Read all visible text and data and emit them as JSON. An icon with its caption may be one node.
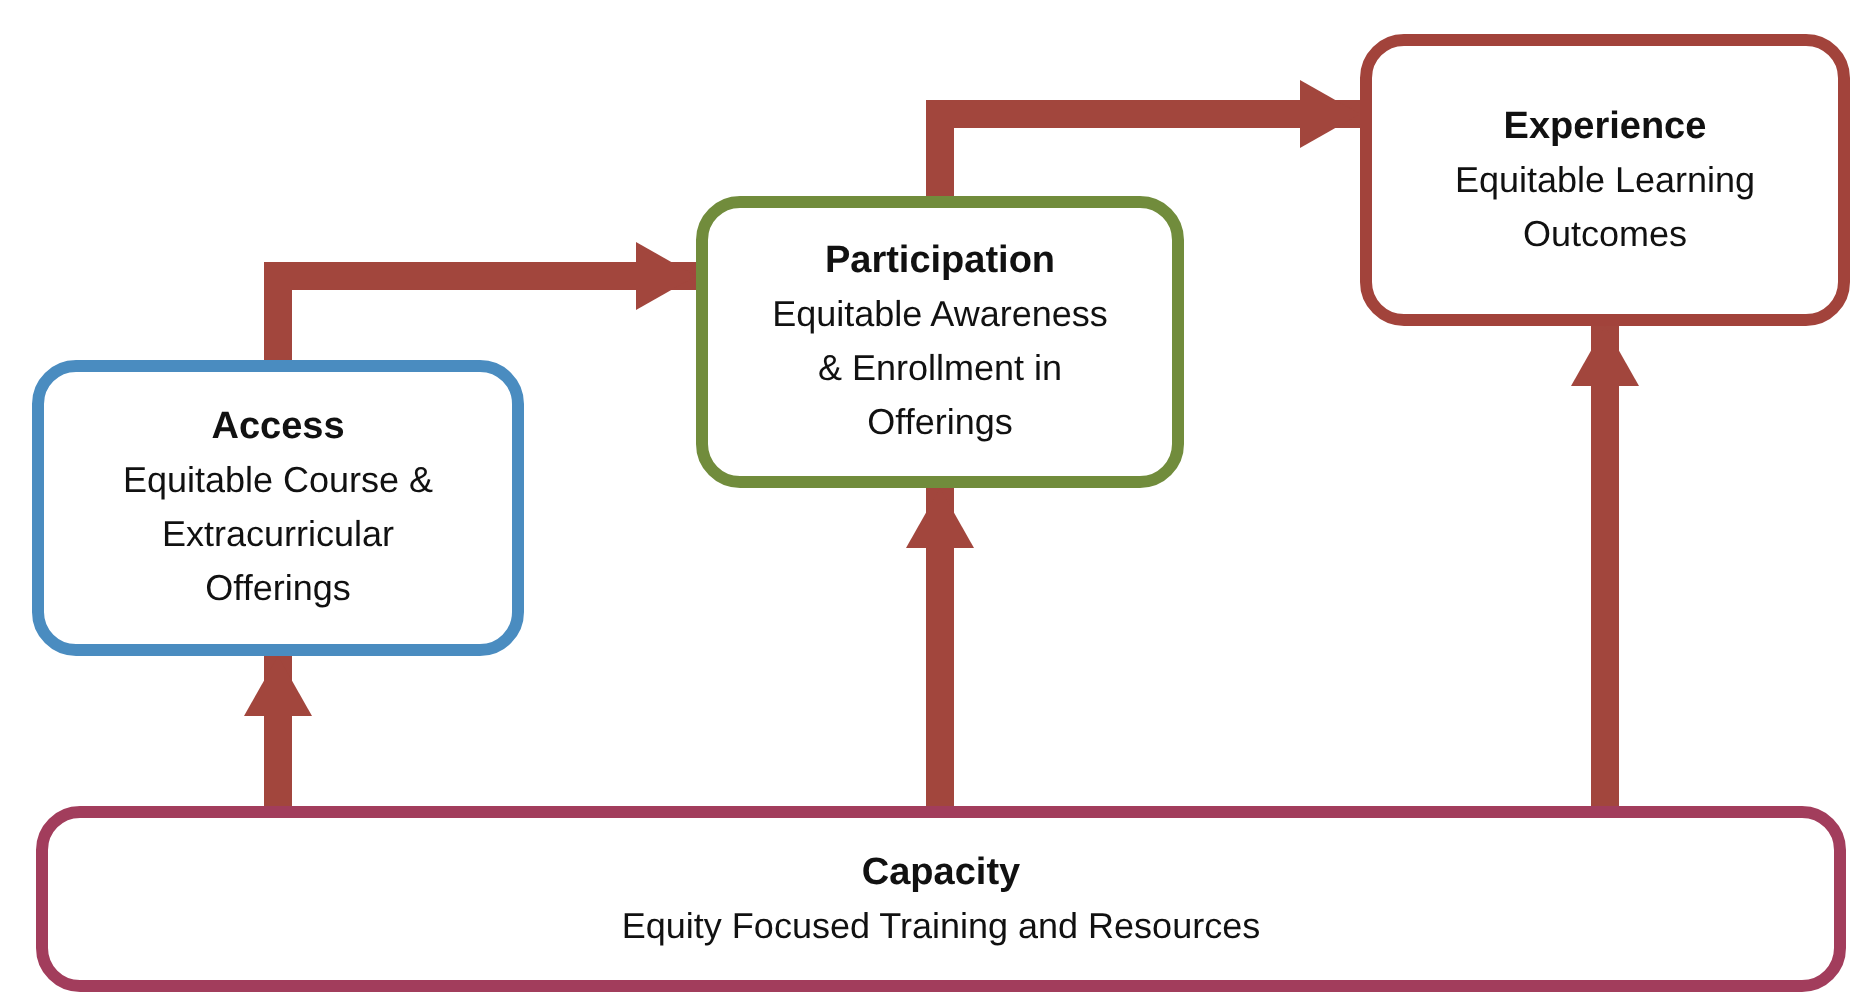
{
  "diagram": {
    "nodes": [
      {
        "text": [
          "Access",
          "Equitable Course & Extracurricular Offerings"
        ]
      },
      {
        "text": [
          "Participation",
          "Equitable Awareness & Enrollment in Offerings"
        ]
      },
      {
        "text": [
          "Experience",
          "Equitable Learning Outcomes"
        ]
      },
      {
        "text": [
          "Capacity",
          "Equity Focused Training and Resources"
        ]
      }
    ],
    "edges": [
      {
        "from": 0,
        "to": 1,
        "arrow": "to"
      },
      {
        "from": 1,
        "to": 2,
        "arrow": "to"
      },
      {
        "from": 3,
        "to": 0,
        "arrow": "to"
      },
      {
        "from": 3,
        "to": 1,
        "arrow": "to"
      },
      {
        "from": 3,
        "to": 2,
        "arrow": "to"
      }
    ]
  }
}
